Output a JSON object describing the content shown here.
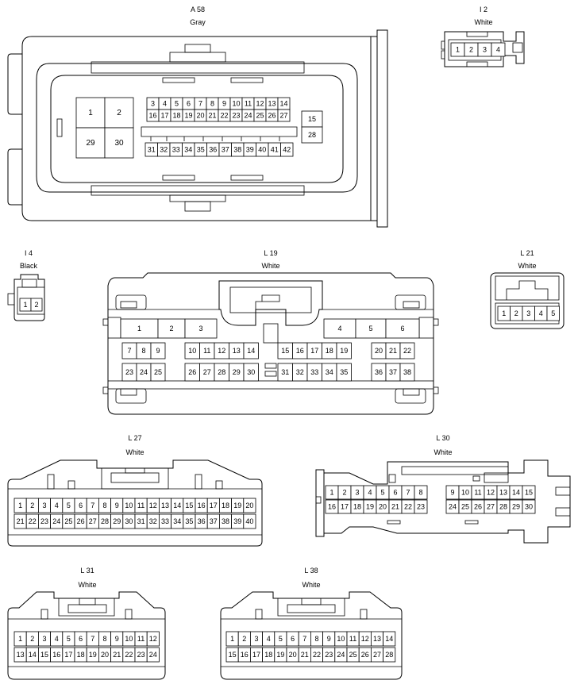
{
  "connectors": [
    {
      "id": "a58",
      "name": "A 58",
      "color": "Gray",
      "pins": [
        "1",
        "2",
        "29",
        "30",
        "3",
        "4",
        "5",
        "6",
        "7",
        "8",
        "9",
        "10",
        "11",
        "12",
        "13",
        "14",
        "16",
        "17",
        "18",
        "19",
        "20",
        "21",
        "22",
        "23",
        "24",
        "25",
        "26",
        "27",
        "31",
        "32",
        "33",
        "34",
        "35",
        "36",
        "37",
        "38",
        "39",
        "40",
        "41",
        "42",
        "15",
        "28"
      ]
    },
    {
      "id": "i2",
      "name": "I 2",
      "color": "White",
      "pins": [
        "1",
        "2",
        "3",
        "4"
      ]
    },
    {
      "id": "i4",
      "name": "I 4",
      "color": "Black",
      "pins": [
        "1",
        "2"
      ]
    },
    {
      "id": "l19",
      "name": "L 19",
      "color": "White",
      "pins": [
        "1",
        "2",
        "3",
        "4",
        "5",
        "6",
        "7",
        "8",
        "9",
        "10",
        "11",
        "12",
        "13",
        "14",
        "15",
        "16",
        "17",
        "18",
        "19",
        "20",
        "21",
        "22",
        "23",
        "24",
        "25",
        "26",
        "27",
        "28",
        "29",
        "30",
        "31",
        "32",
        "33",
        "34",
        "35",
        "36",
        "37",
        "38"
      ]
    },
    {
      "id": "l21",
      "name": "L 21",
      "color": "White",
      "pins": [
        "1",
        "2",
        "3",
        "4",
        "5"
      ]
    },
    {
      "id": "l27",
      "name": "L 27",
      "color": "White",
      "pins": [
        "1",
        "2",
        "3",
        "4",
        "5",
        "6",
        "7",
        "8",
        "9",
        "10",
        "11",
        "12",
        "13",
        "14",
        "15",
        "16",
        "17",
        "18",
        "19",
        "20",
        "21",
        "22",
        "23",
        "24",
        "25",
        "26",
        "27",
        "28",
        "29",
        "30",
        "31",
        "32",
        "33",
        "34",
        "35",
        "36",
        "37",
        "38",
        "39",
        "40"
      ]
    },
    {
      "id": "l30",
      "name": "L 30",
      "color": "White",
      "pins": [
        "1",
        "2",
        "3",
        "4",
        "5",
        "6",
        "7",
        "8",
        "9",
        "10",
        "11",
        "12",
        "13",
        "14",
        "15",
        "16",
        "17",
        "18",
        "19",
        "20",
        "21",
        "22",
        "23",
        "24",
        "25",
        "26",
        "27",
        "28",
        "29",
        "30"
      ]
    },
    {
      "id": "l31",
      "name": "L 31",
      "color": "White",
      "pins": [
        "1",
        "2",
        "3",
        "4",
        "5",
        "6",
        "7",
        "8",
        "9",
        "10",
        "11",
        "12",
        "13",
        "14",
        "15",
        "16",
        "17",
        "18",
        "19",
        "20",
        "21",
        "22",
        "23",
        "24"
      ]
    },
    {
      "id": "l38",
      "name": "L 38",
      "color": "White",
      "pins": [
        "1",
        "2",
        "3",
        "4",
        "5",
        "6",
        "7",
        "8",
        "9",
        "10",
        "11",
        "12",
        "13",
        "14",
        "15",
        "16",
        "17",
        "18",
        "19",
        "20",
        "21",
        "22",
        "23",
        "24",
        "25",
        "26",
        "27",
        "28"
      ]
    }
  ]
}
